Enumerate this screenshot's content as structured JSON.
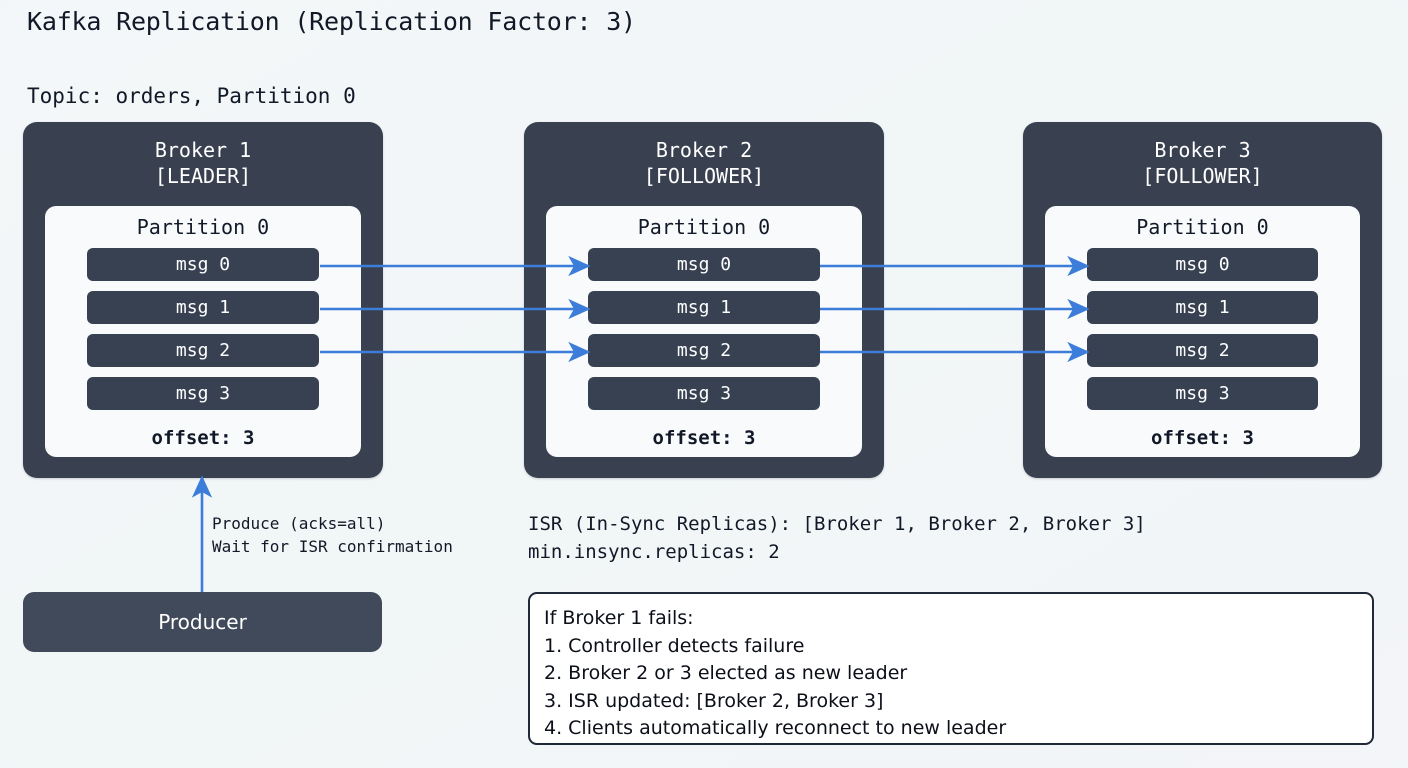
{
  "title": "Kafka Replication (Replication Factor: 3)",
  "subtitle": "Topic: orders, Partition 0",
  "colors": {
    "background": "#f2f6f8",
    "broker_fill": "#394150",
    "partition_fill": "#f8fafc",
    "message_fill": "#374151",
    "arrow": "#3b7dd8",
    "text_dark": "#111827",
    "text_light": "#ffffff",
    "failover_border": "#1f2937"
  },
  "brokers": [
    {
      "name": "Broker 1",
      "role": "[LEADER]",
      "partition_title": "Partition 0",
      "messages": [
        "msg 0",
        "msg 1",
        "msg 2",
        "msg 3"
      ],
      "offset": "offset: 3"
    },
    {
      "name": "Broker 2",
      "role": "[FOLLOWER]",
      "partition_title": "Partition 0",
      "messages": [
        "msg 0",
        "msg 1",
        "msg 2",
        "msg 3"
      ],
      "offset": "offset: 3"
    },
    {
      "name": "Broker 3",
      "role": "[FOLLOWER]",
      "partition_title": "Partition 0",
      "messages": [
        "msg 0",
        "msg 1",
        "msg 2",
        "msg 3"
      ],
      "offset": "offset: 3"
    }
  ],
  "producer": {
    "label": "Producer",
    "note": "Produce (acks=all)\nWait for ISR confirmation"
  },
  "isr": {
    "line1": "ISR (In-Sync Replicas): [Broker 1, Broker 2, Broker 3]",
    "line2": "min.insync.replicas: 2",
    "text": "ISR (In-Sync Replicas): [Broker 1, Broker 2, Broker 3]\nmin.insync.replicas: 2"
  },
  "failover": {
    "heading": "If Broker 1 fails:",
    "steps": [
      "1. Controller detects failure",
      "2. Broker 2 or 3 elected as new leader",
      "3. ISR updated: [Broker 2, Broker 3]",
      "4. Clients automatically reconnect to new leader"
    ],
    "text": "If Broker 1 fails:\n1. Controller detects failure\n2. Broker 2 or 3 elected as new leader\n3. ISR updated: [Broker 2, Broker 3]\n4. Clients automatically reconnect to new leader"
  },
  "replication_arrows": [
    {
      "from": "Broker 1 msg 0",
      "to": "Broker 2 msg 0"
    },
    {
      "from": "Broker 1 msg 1",
      "to": "Broker 2 msg 1"
    },
    {
      "from": "Broker 1 msg 2",
      "to": "Broker 2 msg 2"
    },
    {
      "from": "Broker 2 msg 0",
      "to": "Broker 3 msg 0"
    },
    {
      "from": "Broker 2 msg 1",
      "to": "Broker 3 msg 1"
    },
    {
      "from": "Broker 2 msg 2",
      "to": "Broker 3 msg 2"
    }
  ],
  "produce_arrow": {
    "from": "Producer",
    "to": "Broker 1"
  }
}
